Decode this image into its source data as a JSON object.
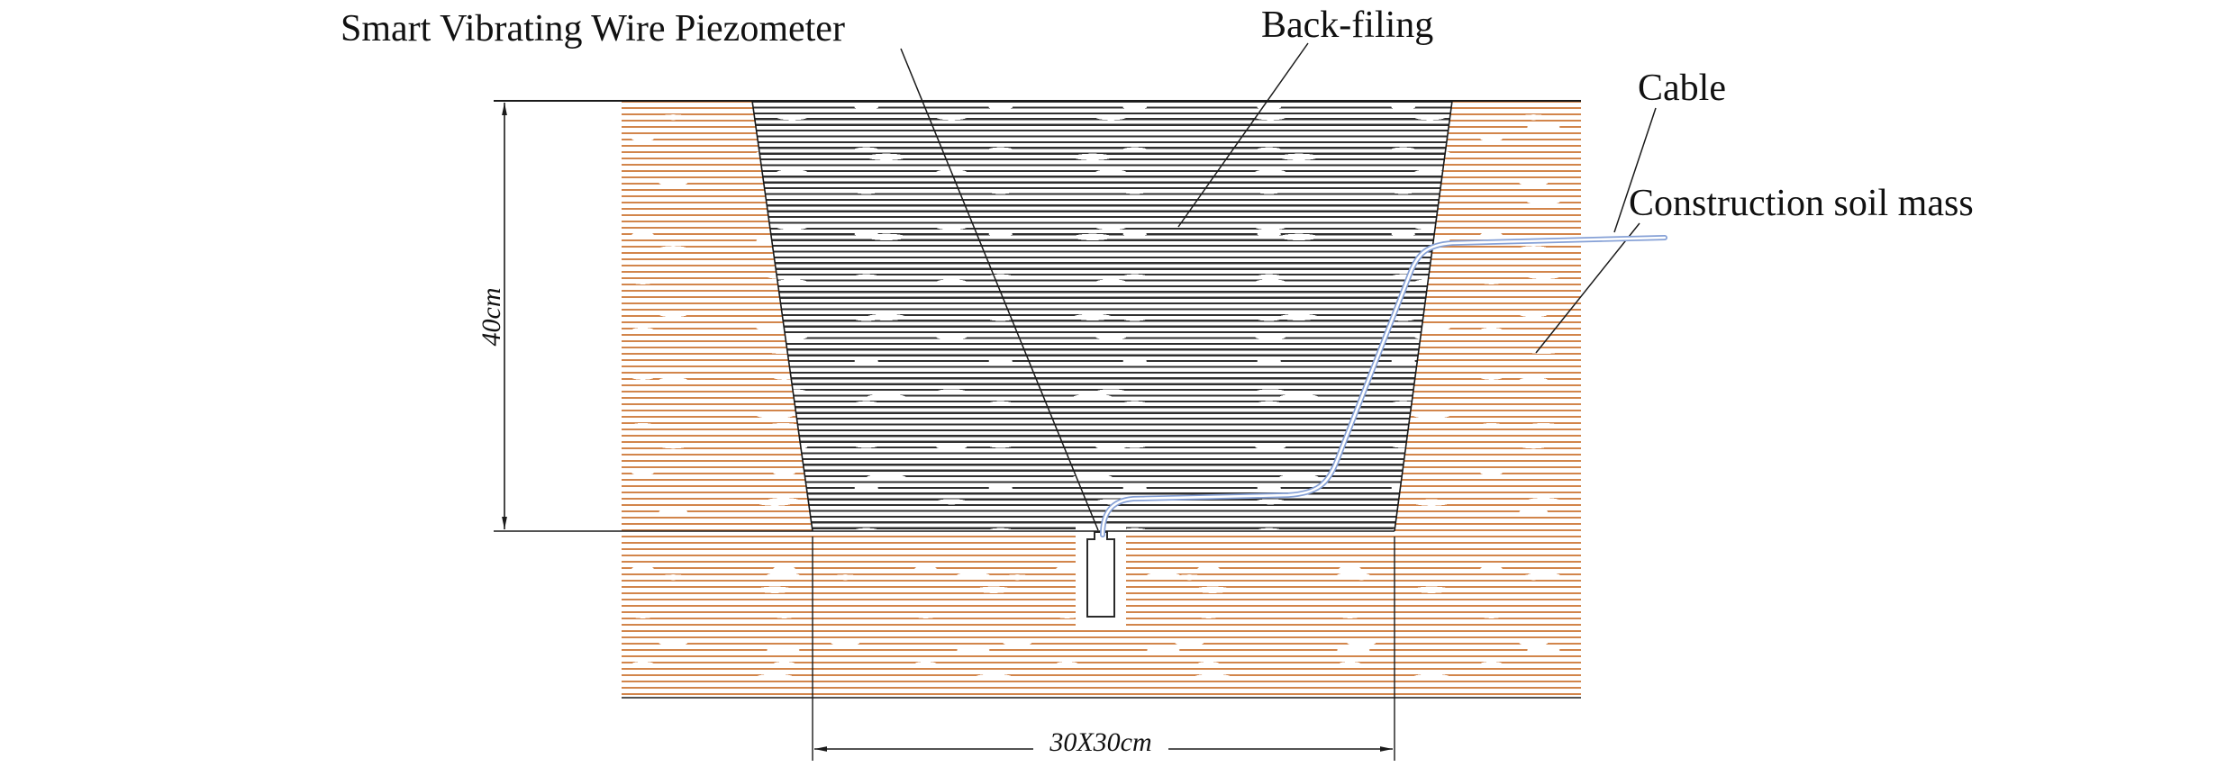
{
  "labels": {
    "piezometer": "Smart Vibrating Wire Piezometer",
    "backfill": "Back-filing",
    "cable": "Cable",
    "soil_mass": "Construction soil mass"
  },
  "dimensions": {
    "depth_label": "40cm",
    "width_label": "30X30cm"
  },
  "colors": {
    "soil_hatch": "#d2854b",
    "backfill_hatch": "#2f2f2f",
    "cable": "#85a0d6",
    "line": "#1a1a1a",
    "background": "#ffffff"
  }
}
